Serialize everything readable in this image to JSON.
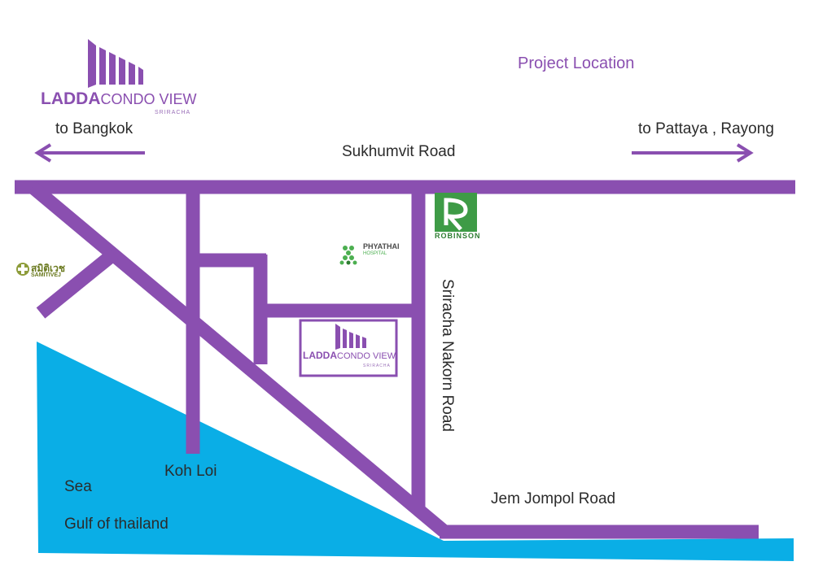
{
  "title": "Project Location",
  "logo": {
    "brand": "LADDA",
    "product": "CONDO VIEW",
    "city": "SRIRACHA"
  },
  "directions": {
    "left": "to Bangkok",
    "right": "to Pattaya , Rayong"
  },
  "roads": {
    "main": "Sukhumvit Road",
    "vertical": "Sriracha Nakorn Road",
    "bottom": "Jem Jompol Road"
  },
  "places": {
    "koh_loi": "Koh Loi",
    "sea": "Sea",
    "gulf": "Gulf of thailand"
  },
  "landmarks": {
    "robinson": "ROBINSON",
    "phyathai": "PHYATHAI",
    "phyathai_sub": "HOSPITAL",
    "samitivej_thai": "สมิติเวช",
    "samitivej": "SAMITIVEJ"
  },
  "colors": {
    "road": "#8a4fb0",
    "sea": "#0aaee6",
    "robinson": "#3e9b46"
  }
}
